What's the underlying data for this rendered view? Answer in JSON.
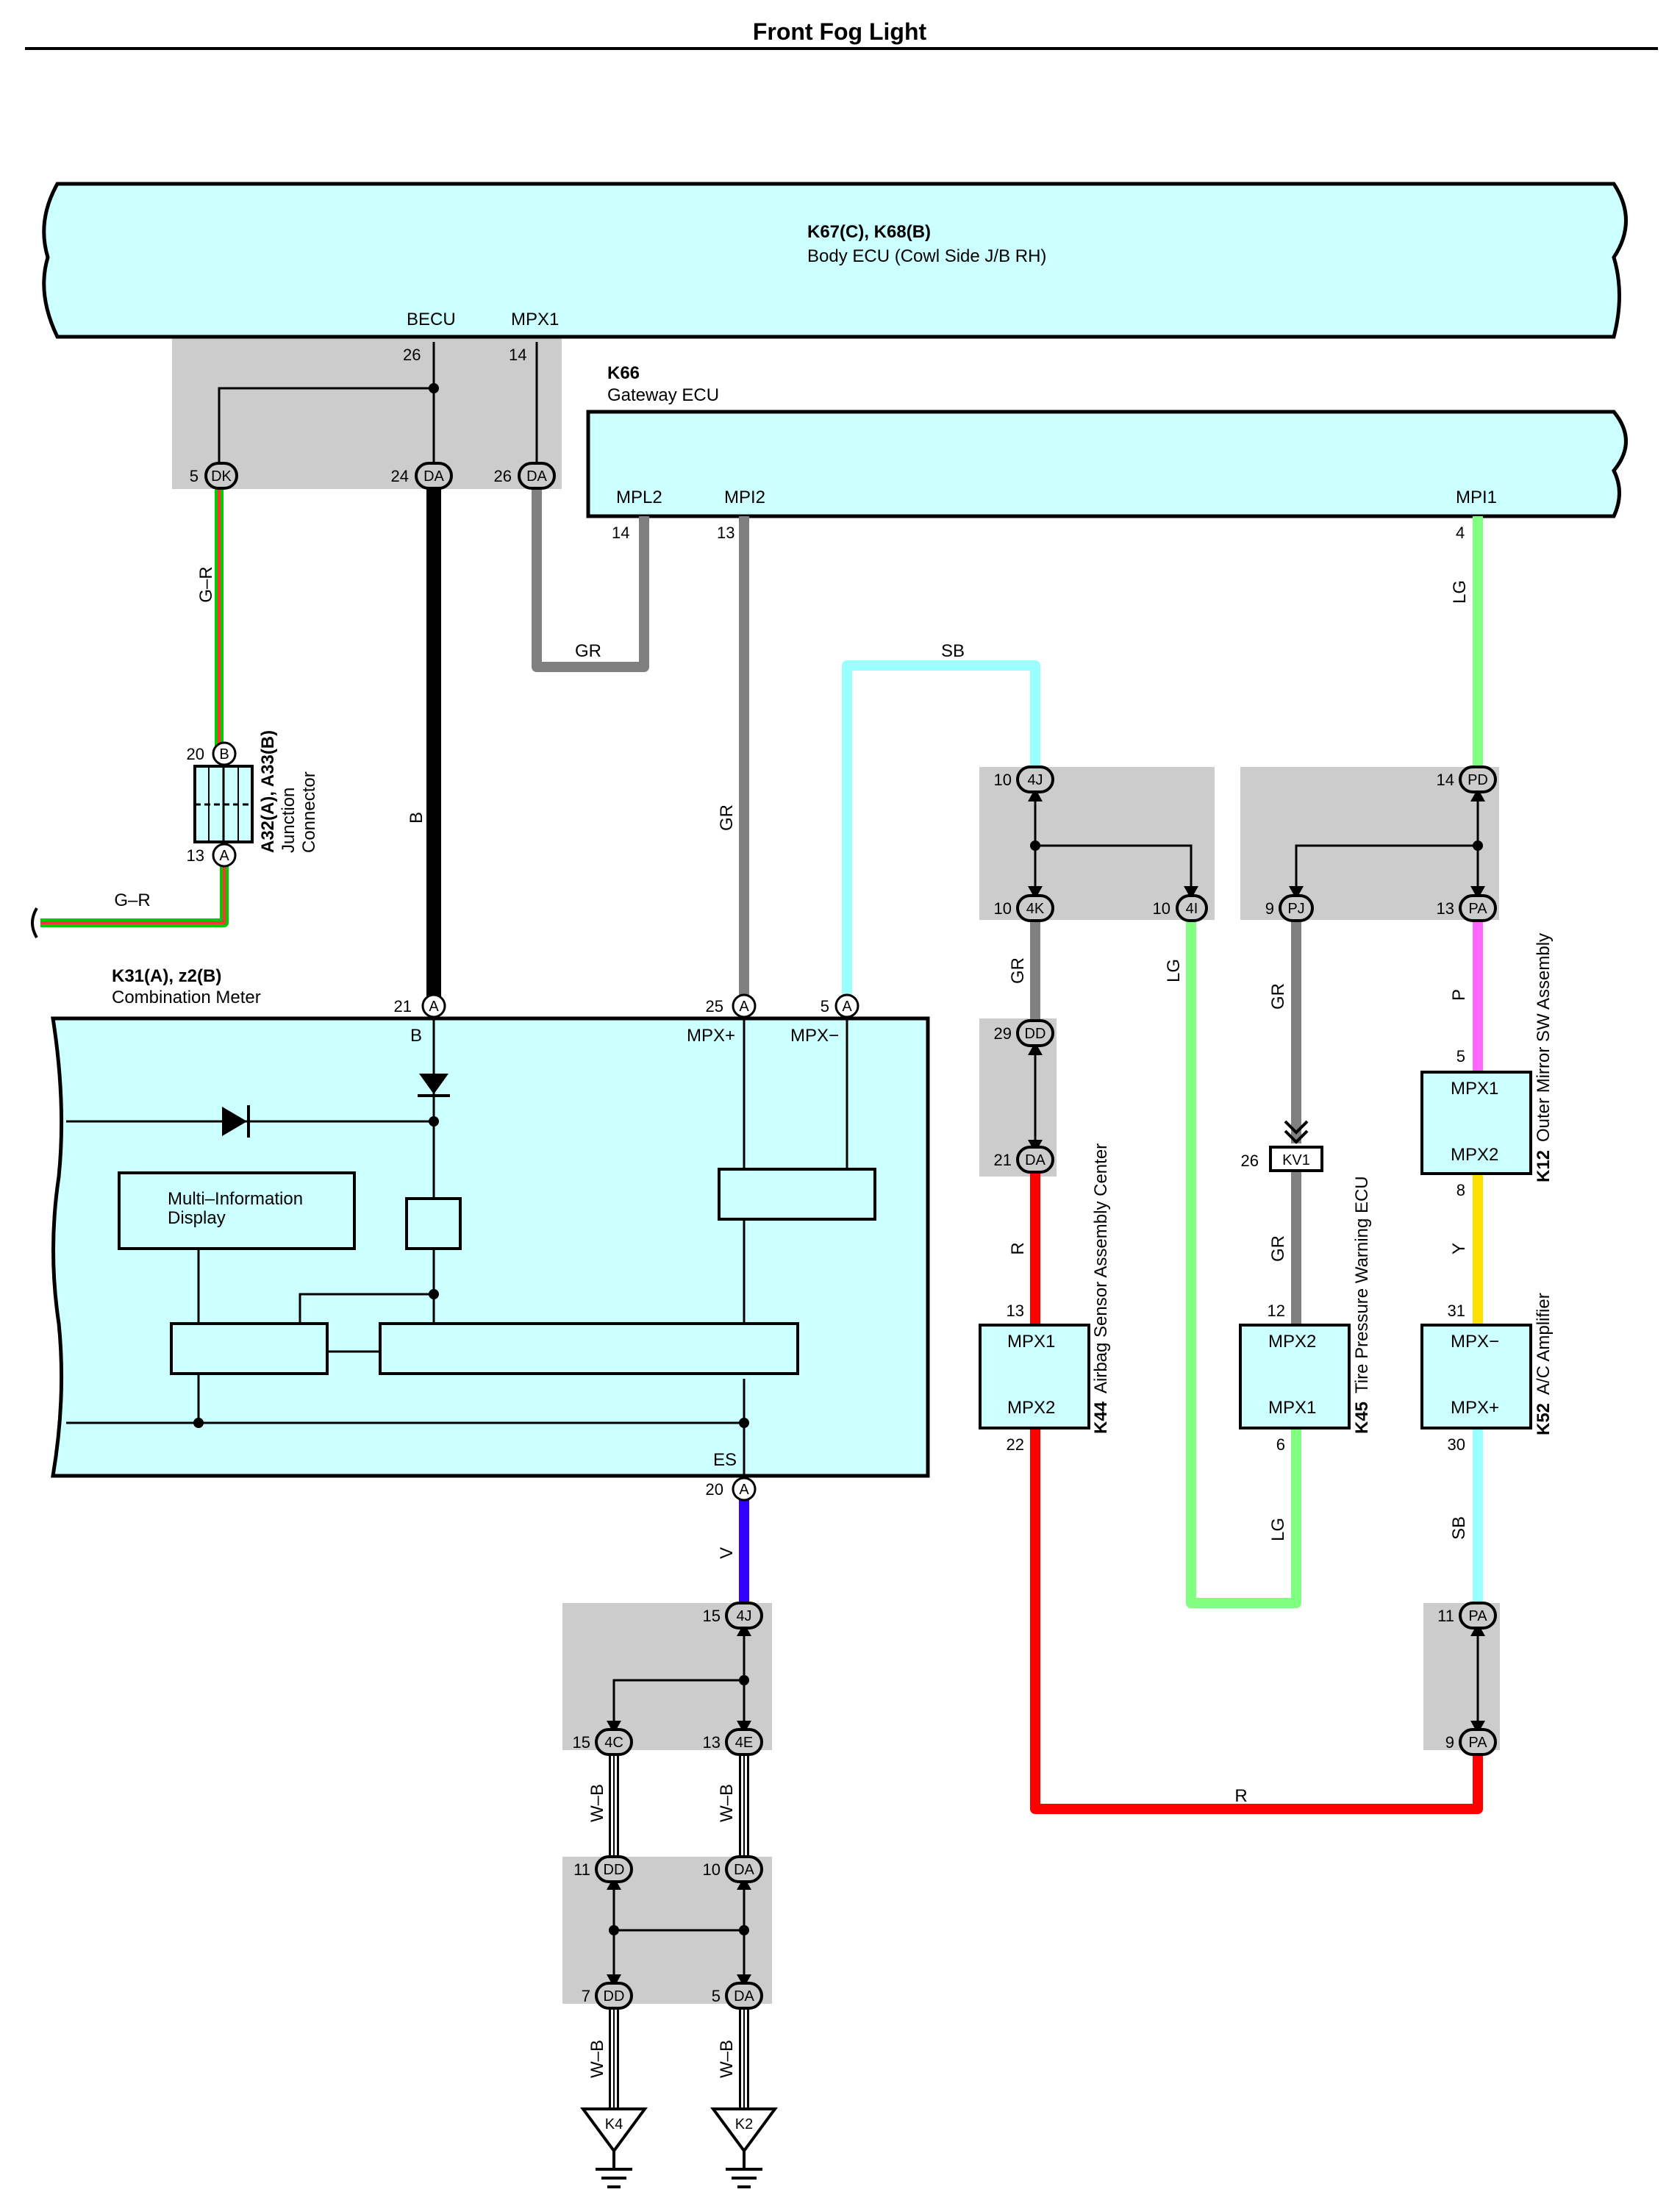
{
  "title": "Front Fog Light",
  "body_ecu": {
    "codes": "K67(C), K68(B)",
    "name": "Body ECU (Cowl Side J/B RH)",
    "pin_becu": "BECU",
    "pin_mpx1": "MPX1",
    "pin_26": "26",
    "pin_14": "14"
  },
  "gateway": {
    "code": "K66",
    "name": "Gateway ECU",
    "mpl2": "MPL2",
    "mpi2": "MPI2",
    "mpi1": "MPI1",
    "p14": "14",
    "p13": "13",
    "p4": "4"
  },
  "junction": {
    "codes": "A32(A), A33(B)",
    "line1": "Junction",
    "line2": "Connector",
    "pin20": "20",
    "pin13": "13",
    "connB": "B",
    "connA": "A"
  },
  "meter": {
    "codes": "K31(A), z2(B)",
    "name": "Combination Meter",
    "mid_line1": "Multi–Information",
    "mid_line2": "Display",
    "B": "B",
    "mpxp": "MPX+",
    "mpxm": "MPX−",
    "es": "ES",
    "p21": "21",
    "p25": "25",
    "p5": "5",
    "p20": "20",
    "connA": "A"
  },
  "airbag": {
    "code": "K44",
    "name": "Airbag Sensor Assembly Center",
    "mpx1": "MPX1",
    "mpx2": "MPX2",
    "p13": "13",
    "p22": "22"
  },
  "tpms": {
    "code": "K45",
    "name": "Tire Pressure Warning ECU",
    "mpx2": "MPX2",
    "mpx1": "MPX1",
    "p12": "12",
    "p6": "6",
    "kv1": "KV1",
    "p26": "26"
  },
  "mirror": {
    "code": "K12",
    "name": "Outer Mirror SW Assembly",
    "mpx1": "MPX1",
    "mpx2": "MPX2",
    "p5": "5",
    "p8": "8"
  },
  "ac": {
    "code": "K52",
    "name": "A/C Amplifier",
    "mpxm": "MPX−",
    "mpxp": "MPX+",
    "p31": "31",
    "p30": "30"
  },
  "connectors": {
    "dk": "DK",
    "da": "DA",
    "dd": "DD",
    "j4": "4J",
    "k4": "4K",
    "i4": "4I",
    "pd": "PD",
    "pj": "PJ",
    "pa": "PA",
    "c4": "4C",
    "e4": "4E",
    "n5": "5",
    "n24": "24",
    "n26": "26",
    "n10": "10",
    "n14": "14",
    "n9": "9",
    "n13": "13",
    "n29": "29",
    "n21": "21",
    "n11": "11",
    "n15": "15",
    "n7": "7"
  },
  "wires": {
    "GR": "GR",
    "GR_dash": "G–R",
    "B": "B",
    "SB": "SB",
    "LG": "LG",
    "P": "P",
    "Y": "Y",
    "R": "R",
    "V": "V",
    "WB": "W–B"
  },
  "grounds": {
    "k4": "K4",
    "k2": "K2"
  },
  "colors": {
    "ecu_fill": "#ccffff",
    "splice_fill": "#cccccc",
    "gr": "#808080",
    "sb": "#99ffff",
    "lg": "#80ff80",
    "p": "#ff66ff",
    "y": "#ffe000",
    "r": "#ff0000",
    "v": "#3300ff",
    "g": "#00cc00",
    "red": "#ff3333"
  }
}
